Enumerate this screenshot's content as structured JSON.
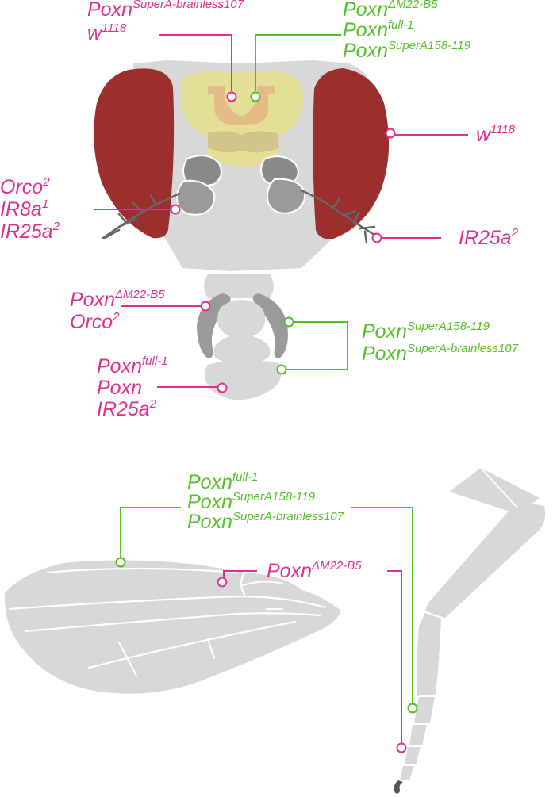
{
  "colors": {
    "magenta": "#e0308f",
    "green": "#55bf2a",
    "eye": "#9b2f2e",
    "body": "#d8d8d8",
    "antenna": "#9a9a9a",
    "brain_outer": "#e4df96",
    "brain_inner": "#e3bb87",
    "brain_lobes": "#cfc489",
    "bristle": "#666666"
  },
  "labels": {
    "head_top_left": {
      "color": "magenta",
      "lines": [
        {
          "base": "Poxn",
          "sup": "SuperA-brainless107"
        },
        {
          "base": "w",
          "sup": "1118"
        }
      ]
    },
    "head_top_right": {
      "color": "green",
      "lines": [
        {
          "base": "Poxn",
          "sup": "ΔM22-B5"
        },
        {
          "base": "Poxn",
          "sup": "full-1"
        },
        {
          "base": "Poxn",
          "sup": "SuperA158-119"
        }
      ]
    },
    "eye_right": {
      "color": "magenta",
      "lines": [
        {
          "base": "w",
          "sup": "1118"
        }
      ]
    },
    "antenna_left": {
      "color": "magenta",
      "lines": [
        {
          "base": "Orco",
          "sup": "2"
        },
        {
          "base": "IR8a",
          "sup": "1"
        },
        {
          "base": "IR25a",
          "sup": "2"
        }
      ]
    },
    "arista_right": {
      "color": "magenta",
      "lines": [
        {
          "base": "IR25a",
          "sup": "2"
        }
      ]
    },
    "mouth_left": {
      "color": "magenta",
      "lines": [
        {
          "base": "Poxn",
          "sup": "ΔM22-B5"
        },
        {
          "base": "Orco",
          "sup": "2"
        }
      ]
    },
    "mouth_right": {
      "color": "green",
      "lines": [
        {
          "base": "Poxn",
          "sup": "SuperA158-119"
        },
        {
          "base": "Poxn",
          "sup": "SuperA-brainless107"
        }
      ]
    },
    "labellum_left": {
      "color": "magenta",
      "lines": [
        {
          "base": "Poxn",
          "sup": "full-1"
        },
        {
          "base": "Poxn",
          "sup": ""
        },
        {
          "base": "IR25a",
          "sup": "2"
        }
      ]
    },
    "wing_green": {
      "color": "green",
      "lines": [
        {
          "base": "Poxn",
          "sup": "full-1"
        },
        {
          "base": "Poxn",
          "sup": "SuperA158-119"
        },
        {
          "base": "Poxn",
          "sup": "SuperA-brainless107"
        }
      ]
    },
    "wing_magenta": {
      "color": "magenta",
      "lines": [
        {
          "base": "Poxn",
          "sup": "ΔM22-B5"
        }
      ]
    }
  }
}
